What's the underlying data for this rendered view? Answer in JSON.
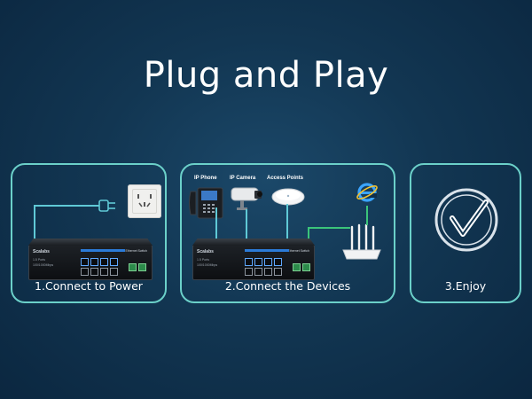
{
  "title": "Plug and Play",
  "panels": {
    "power": {
      "caption": "1.Connect to Power"
    },
    "devices": {
      "caption": "2.Connect the Devices",
      "labels": [
        "IP Phone",
        "IP Camera",
        "Access Points"
      ]
    },
    "enjoy": {
      "caption": "3.Enjoy"
    }
  },
  "switch": {
    "brand": "Scalabs",
    "model": "1.5L Ethernet Switch",
    "label": "1.5 Ports",
    "sub_label": "100/1000Mbps"
  },
  "icons": {
    "outlet": "power-outlet-icon",
    "plug": "power-plug-icon",
    "ip_phone": "ip-phone-icon",
    "ip_camera": "ip-camera-icon",
    "access_point": "access-point-icon",
    "browser": "internet-explorer-icon",
    "router": "router-icon",
    "check": "check-circle-icon"
  },
  "colors": {
    "panel_border": "#6bd0c9",
    "wire": "#5fc9d6",
    "uplink_wire": "#3bc47a"
  }
}
